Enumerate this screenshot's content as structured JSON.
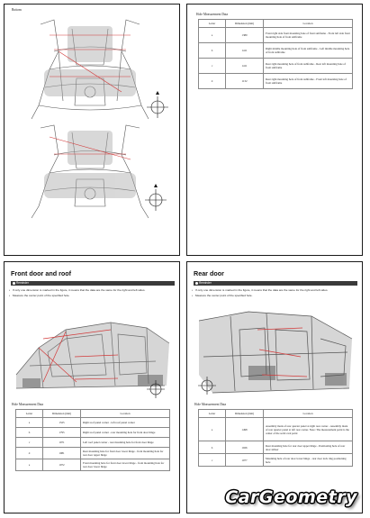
{
  "page1": {
    "header": "Bottom"
  },
  "page2": {
    "header": "Hole Measurement Data",
    "columns": [
      "Letter",
      "Dimension (mm)",
      "Location"
    ],
    "rows": [
      {
        "letter": "a",
        "dim": "1380",
        "loc": "Front right side front mounting hole of front subframe - Front left side front mounting hole of front subframe"
      },
      {
        "letter": "b",
        "dim": "1411",
        "loc": "Right middle mounting hole of front subframe - Left middle mounting hole of front subframe"
      },
      {
        "letter": "c",
        "dim": "1411",
        "loc": "Rear right mounting hole of front subframe - Rear left mounting hole of front subframe"
      },
      {
        "letter": "d",
        "dim": "1132",
        "loc": "Rear right mounting hole of front subframe - Front left mounting hole of front subframe"
      }
    ]
  },
  "page3": {
    "title": "Front door and roof",
    "note_label": "Reminder",
    "notes": [
      "If only one dimension is marked in the figure, it means that the data are the same for the right and left sides.",
      "Measure the center point of the specified hole."
    ],
    "table_header": "Hole Measurement Data",
    "columns": [
      "Letter",
      "Dimension (mm)",
      "Location"
    ],
    "rows": [
      {
        "letter": "a",
        "dim": "1525",
        "loc": "Right roof panel corner - left roof panel corner"
      },
      {
        "letter": "b",
        "dim": "1795",
        "loc": "Right roof panel corner - rear mounting hole for front door hinge"
      },
      {
        "letter": "c",
        "dim": "1071",
        "loc": "Left roof panel corner - rear mounting hole for front door hinge"
      },
      {
        "letter": "d",
        "dim": "1081",
        "loc": "Rear mounting hole for front door lower hinge - front mounting hole for rear door upper hinge"
      },
      {
        "letter": "e",
        "dim": "1072",
        "loc": "Front mounting hole for front door lower hinge - front mounting hole for rear door lower hinge"
      }
    ]
  },
  "page4": {
    "title": "Rear door",
    "note_label": "Reminder",
    "notes": [
      "If only one dimension is marked in the figure, it means that the data are the same for the right and left sides.",
      "Measure the center point of the specified hole."
    ],
    "table_header": "Hole Measurement Data",
    "columns": [
      "Letter",
      "Dimension (mm)",
      "Location"
    ],
    "rows": [
      {
        "letter": "a",
        "dim": "1498",
        "loc": "Assembly mark of rear quarter panel at right rear corner - Assembly mark of rear quarter panel at left rear corner. Note: The measurement point is the center of the solid oval point"
      },
      {
        "letter": "b",
        "dim": "1026",
        "loc": "Rear mounting hole for rear door upper hinge - Positioning hole of rear door striker"
      },
      {
        "letter": "c",
        "dim": "1077",
        "loc": "Mounting hole of rear door lower hinge - rear door lock ring positioning hole"
      }
    ]
  },
  "watermark": "CarGeometry",
  "colors": {
    "frame": "#1a1a1a",
    "dimension_lines": "#d23a3a",
    "note_bar": "#3a3a3a"
  }
}
